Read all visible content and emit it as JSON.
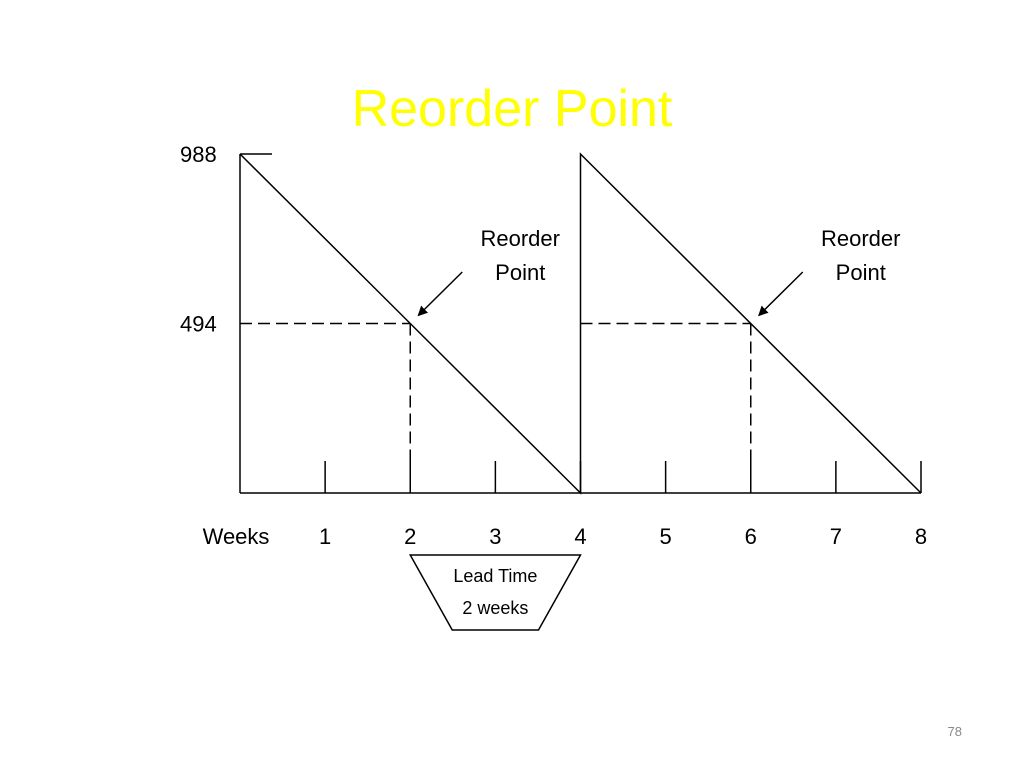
{
  "slide": {
    "title": "Reorder Point",
    "page_number": "78"
  },
  "colors": {
    "title": "#ffff00",
    "line": "#000000",
    "background": "#ffffff"
  },
  "chart_data": {
    "type": "line",
    "xlabel": "Weeks",
    "x_ticks": [
      1,
      2,
      3,
      4,
      5,
      6,
      7,
      8
    ],
    "y_ticks": [
      494,
      988
    ],
    "xlim": [
      0,
      8
    ],
    "ylim": [
      0,
      988
    ],
    "grid": false,
    "series": [
      {
        "x": [
          0,
          4,
          4,
          8
        ],
        "y": [
          988,
          0,
          988,
          0
        ]
      }
    ],
    "reorder_point": {
      "value": 494,
      "weeks": [
        2,
        6
      ]
    },
    "annotations": [
      {
        "text_lines": [
          "Reorder",
          "Point"
        ],
        "target": {
          "x": 2,
          "y": 494
        }
      },
      {
        "text_lines": [
          "Reorder",
          "Point"
        ],
        "target": {
          "x": 6,
          "y": 494
        }
      }
    ],
    "lead_time": {
      "start": 2,
      "end": 4,
      "lines": [
        "Lead Time",
        "2 weeks"
      ]
    }
  }
}
